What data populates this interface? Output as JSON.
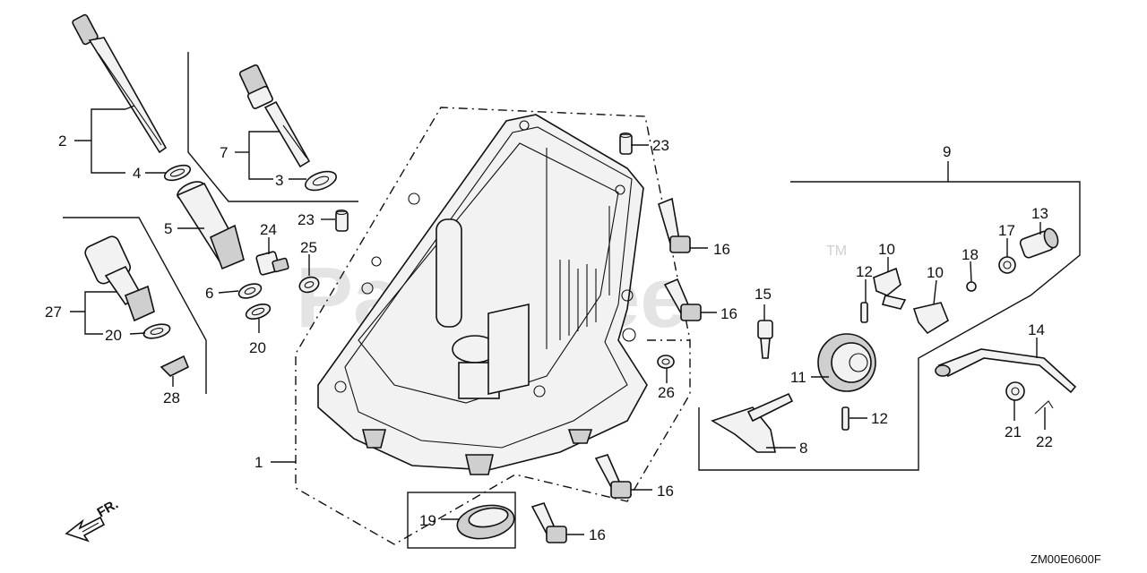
{
  "watermark": {
    "text": "PartsTree",
    "trademark": "TM"
  },
  "front_indicator": "FR.",
  "diagram_code": "ZM00E0600F",
  "callouts": {
    "c1": "1",
    "c2": "2",
    "c3": "3",
    "c4": "4",
    "c5": "5",
    "c6": "6",
    "c7": "7",
    "c8": "8",
    "c9": "9",
    "c10a": "10",
    "c10b": "10",
    "c11": "11",
    "c12a": "12",
    "c12b": "12",
    "c13": "13",
    "c14": "14",
    "c15": "15",
    "c16a": "16",
    "c16b": "16",
    "c16c": "16",
    "c16d": "16",
    "c17": "17",
    "c18": "18",
    "c19": "19",
    "c20a": "20",
    "c20b": "20",
    "c21": "21",
    "c22": "22",
    "c23a": "23",
    "c23b": "23",
    "c24": "24",
    "c25": "25",
    "c26": "26",
    "c27": "27",
    "c28": "28"
  }
}
